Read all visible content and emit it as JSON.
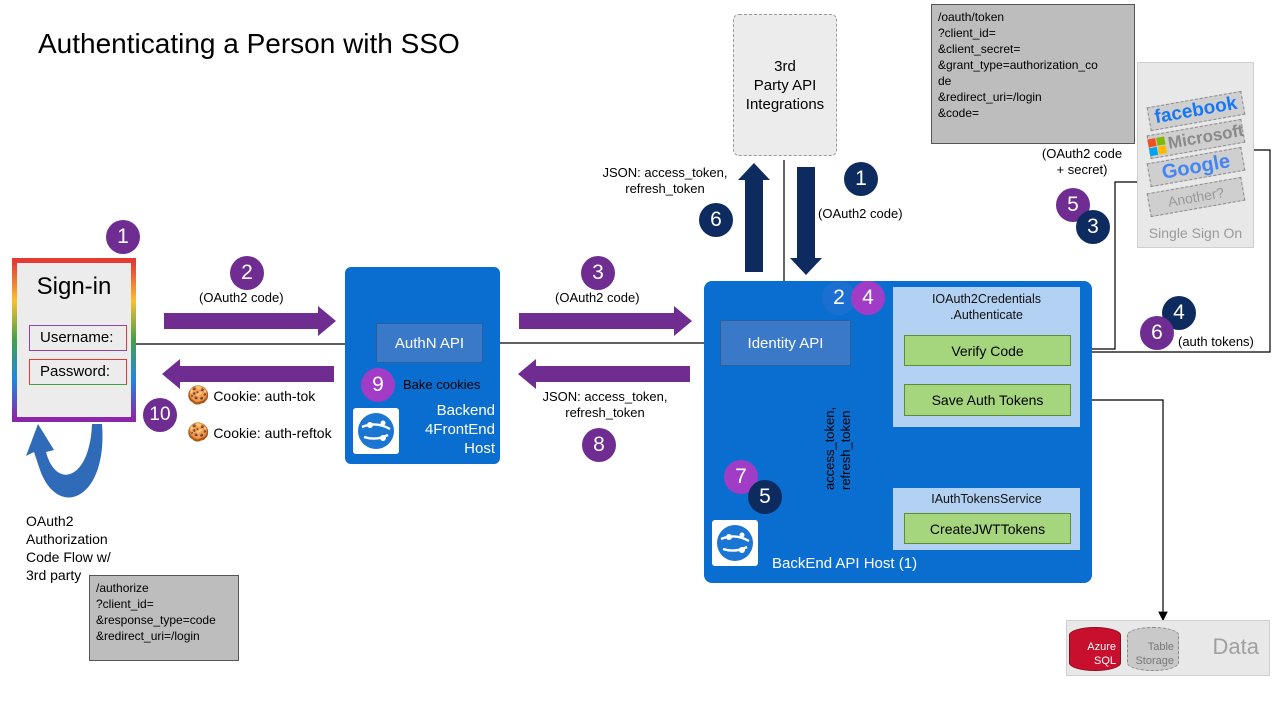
{
  "title": "Authenticating a Person with SSO",
  "signin": {
    "title": "Sign-in",
    "username_label": "Username:",
    "password_label": "Password:"
  },
  "oauth_flow_label": "OAuth2\nAuthorization\nCode Flow w/\n3rd party",
  "note_authorize": "/authorize\n?client_id=\n&response_type=code\n&redirect_uri=/login",
  "note_token": "/oauth/token\n?client_id=\n&client_secret=\n&grant_type=authorization_co\nde\n&redirect_uri=/login\n&code=",
  "backend": {
    "api_label": "AuthN API",
    "host_label": "Backend\n4FrontEnd\nHost",
    "bake_cookies": "Bake cookies"
  },
  "cookies": [
    "Cookie: auth-tok",
    "Cookie: auth-reftok"
  ],
  "api_host": {
    "identity_label": "Identity API",
    "cred_service": "IOAuth2Credentials\n.Authenticate",
    "verify_code": "Verify Code",
    "save_tokens": "Save Auth Tokens",
    "token_service": "IAuthTokensService",
    "create_jwt": "CreateJWTTokens",
    "host_label": "BackEnd API Host (1)"
  },
  "third_party": "3rd\nParty API\nIntegrations",
  "sso": {
    "providers": [
      "facebook",
      "Microsoft",
      "Google",
      "Another?"
    ],
    "label": "Single Sign On"
  },
  "data": {
    "label": "Data",
    "sql": "Azure\nSQL",
    "table": "Table\nStorage"
  },
  "labels": {
    "oauth_code_2": "(OAuth2 code)",
    "oauth_code_3": "(OAuth2 code)",
    "oauth_code_1": "(OAuth2 code)",
    "json_tokens_8": "JSON: access_token,\nrefresh_token",
    "json_tokens_6": "JSON: access_token,\nrefresh_token",
    "oauth_secret": "(OAuth2 code\n+ secret)",
    "auth_tokens": "(auth tokens)",
    "vertical_tokens": "access_token,\nrefresh_token"
  },
  "steps": {
    "s1a": "1",
    "s2a": "2",
    "s3a": "3",
    "s1b": "1",
    "s6a": "6",
    "s2b": "2",
    "s4a": "4",
    "s5a": "5",
    "s3b": "3",
    "s4b": "4",
    "s6b": "6",
    "s9": "9",
    "s10": "10",
    "s8": "8",
    "s7": "7",
    "s5b": "5"
  },
  "colors": {
    "purple_arrow": "#6f2c91",
    "navy_arrow": "#0d2b5e",
    "host_blue": "#0a6ed1",
    "box_green": "#a5d67d"
  }
}
